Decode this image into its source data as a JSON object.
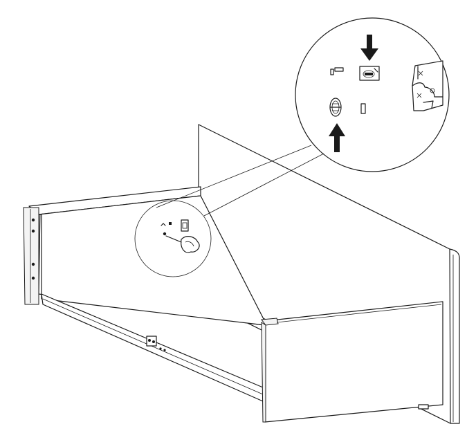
{
  "figure": {
    "kind": "assembly-diagram",
    "has_text": false,
    "colors": {
      "line": "#1a1a1a",
      "background": "#ffffff",
      "fill": "#ffffff"
    },
    "parts": [
      "back-panel",
      "left-side-panel",
      "right-front-panel",
      "bottom-panel",
      "detail-magnifier",
      "cam-lock-fitting",
      "down-arrow",
      "up-arrow"
    ],
    "icons": {
      "down_arrow": "arrow-down-icon",
      "up_arrow": "arrow-up-icon",
      "cam_lock": "cam-lock-icon",
      "dowel": "dowel-icon"
    }
  }
}
